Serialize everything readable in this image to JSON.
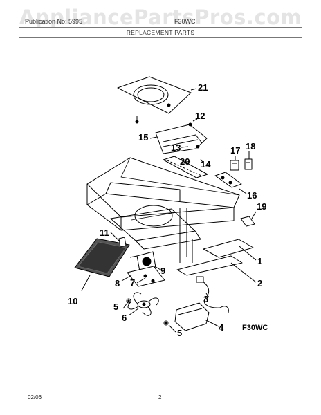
{
  "watermark": "AppliancePartsPros.com",
  "header": {
    "left_text": "Publication No: 5995",
    "right_text": "F30WC",
    "section_title": "REPLACEMENT PARTS"
  },
  "diagram": {
    "model_label": "F30WC",
    "callouts": [
      "1",
      "2",
      "3",
      "4",
      "5",
      "5",
      "6",
      "7",
      "8",
      "9",
      "10",
      "11",
      "12",
      "13",
      "14",
      "15",
      "16",
      "17",
      "18",
      "19",
      "20",
      "21"
    ]
  },
  "footer": {
    "date": "02/06",
    "page_number": "2"
  }
}
